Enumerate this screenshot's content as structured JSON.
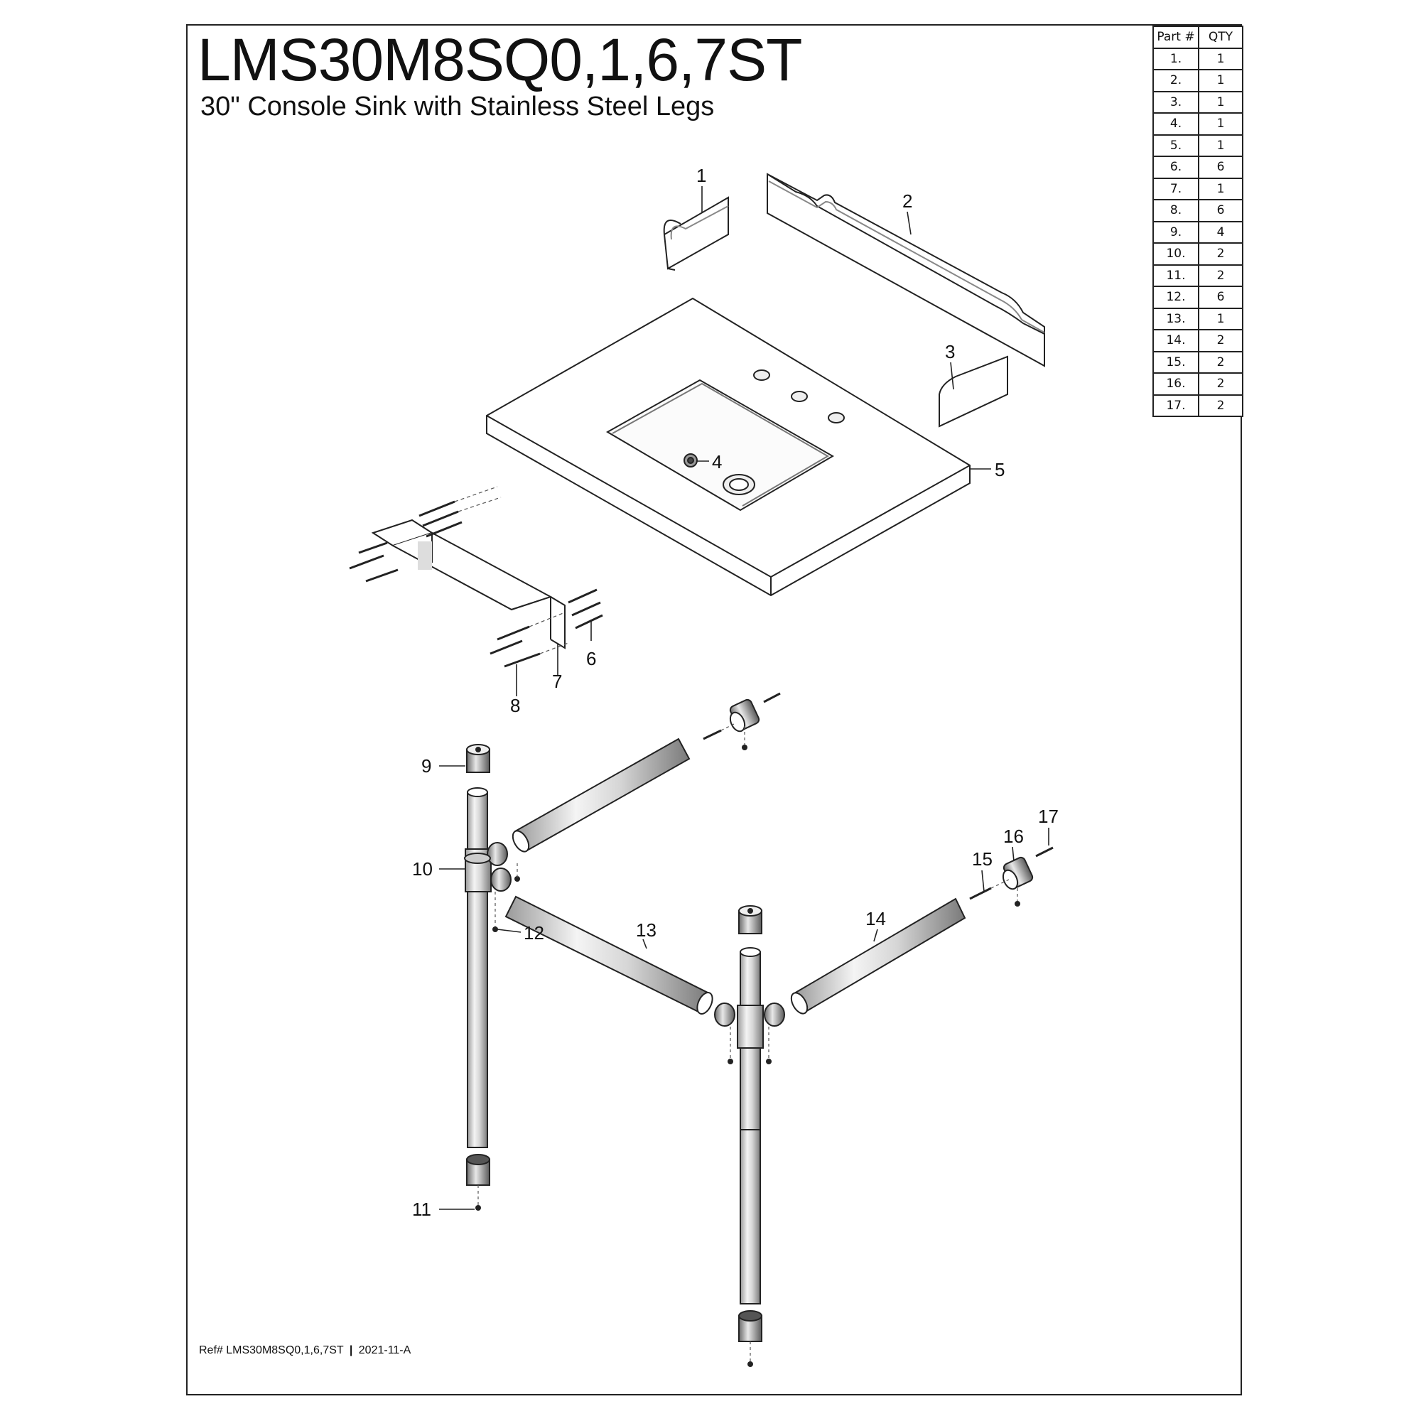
{
  "header": {
    "title": "LMS30M8SQ0,1,6,7ST",
    "subtitle": "30\" Console Sink with Stainless Steel Legs"
  },
  "parts_table": {
    "headers": [
      "Part #",
      "QTY"
    ],
    "rows": [
      {
        "part": "1.",
        "qty": "1"
      },
      {
        "part": "2.",
        "qty": "1"
      },
      {
        "part": "3.",
        "qty": "1"
      },
      {
        "part": "4.",
        "qty": "1"
      },
      {
        "part": "5.",
        "qty": "1"
      },
      {
        "part": "6.",
        "qty": "6"
      },
      {
        "part": "7.",
        "qty": "1"
      },
      {
        "part": "8.",
        "qty": "6"
      },
      {
        "part": "9.",
        "qty": "4"
      },
      {
        "part": "10.",
        "qty": "2"
      },
      {
        "part": "11.",
        "qty": "2"
      },
      {
        "part": "12.",
        "qty": "6"
      },
      {
        "part": "13.",
        "qty": "1"
      },
      {
        "part": "14.",
        "qty": "2"
      },
      {
        "part": "15.",
        "qty": "2"
      },
      {
        "part": "16.",
        "qty": "2"
      },
      {
        "part": "17.",
        "qty": "2"
      }
    ]
  },
  "callouts": {
    "p1": "1",
    "p2": "2",
    "p3": "3",
    "p4": "4",
    "p5": "5",
    "p6": "6",
    "p7": "7",
    "p8": "8",
    "p9": "9",
    "p10": "10",
    "p11": "11",
    "p12": "12",
    "p13": "13",
    "p14": "14",
    "p15": "15",
    "p16": "16",
    "p17": "17"
  },
  "footer": {
    "ref": "Ref# LMS30M8SQ0,1,6,7ST",
    "separator": "|",
    "revision": "2021-11-A"
  }
}
